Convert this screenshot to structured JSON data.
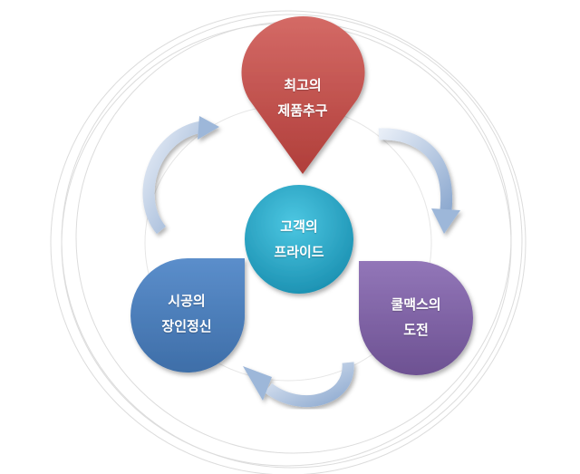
{
  "center": {
    "line1": "고객의",
    "line2": "프라이드",
    "color": "#2aa9c9"
  },
  "top": {
    "line1": "최고의",
    "line2": "제품추구",
    "color": "#c0504d"
  },
  "left": {
    "line1": "시공의",
    "line2": "장인정신",
    "color": "#4f81bd"
  },
  "right": {
    "line1": "쿨맥스의",
    "line2": "도전",
    "color": "#8064a2"
  },
  "arrow_color": "#9db7d9"
}
